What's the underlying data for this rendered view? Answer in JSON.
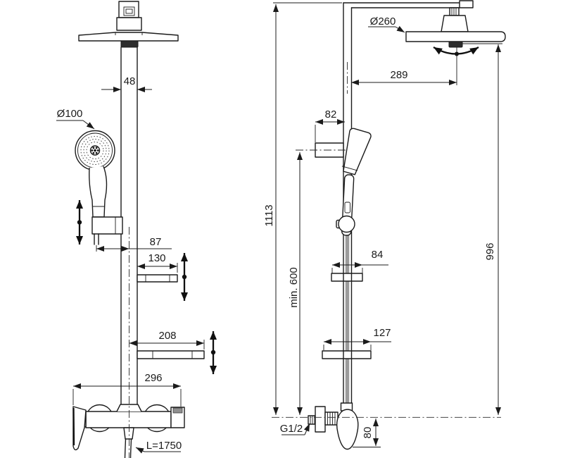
{
  "title": "shower-system-technical-drawing",
  "colors": {
    "line": "#1b1b1b",
    "dark_fill": "#2d2d2d",
    "hose_gray": "#9b9b9b",
    "background": "#ffffff"
  },
  "front_view": {
    "dims": {
      "column_width": "48",
      "hand_shower_diameter": "Ø100",
      "hose_offset": "87",
      "upper_shelf_width": "130",
      "lower_shelf_width": "208",
      "mixer_width": "296",
      "hose_length": "L=1750"
    }
  },
  "side_view": {
    "dims": {
      "head_diameter": "Ø260",
      "head_reach": "289",
      "bracket_depth": "82",
      "total_height": "1113",
      "min_mounting_height": "min. 600",
      "column_height": "996",
      "upper_shelf_depth": "84",
      "lower_shelf_depth": "127",
      "inlet_thread": "G1/2",
      "handle_drop": "80"
    }
  }
}
